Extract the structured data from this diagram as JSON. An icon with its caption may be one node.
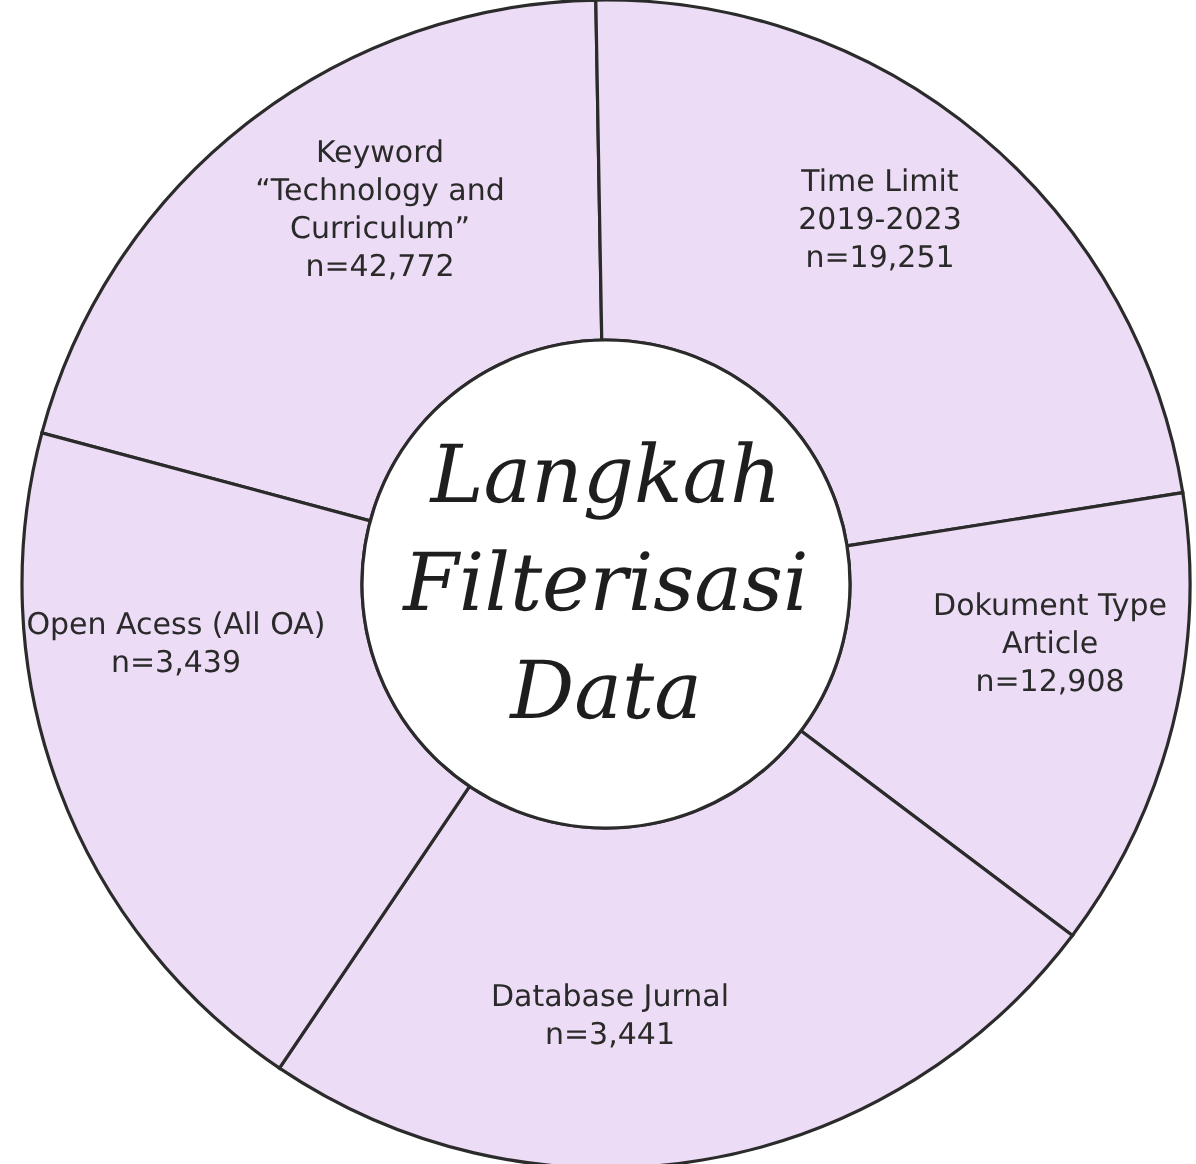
{
  "diagram": {
    "nodes": [
      {
        "text": [
          "Langkah Filterisasi Data"
        ]
      },
      {
        "text": [
          "Keyword “Technology and Curriculum”",
          "n=42,772"
        ]
      },
      {
        "text": [
          "Time Limit 2019-2023",
          "n=19,251"
        ]
      },
      {
        "text": [
          "Dokument Type Article",
          "n=12,908"
        ]
      },
      {
        "text": [
          "Database Jurnal",
          "n=3,441"
        ]
      },
      {
        "text": [
          "Open Acess (All OA)",
          "n=3,439"
        ]
      }
    ]
  }
}
